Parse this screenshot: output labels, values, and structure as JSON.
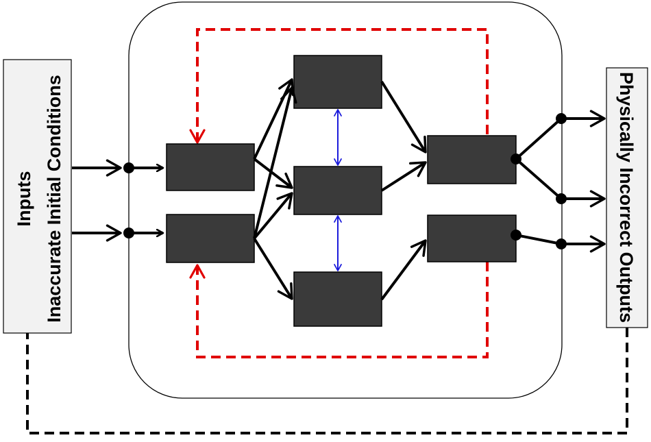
{
  "input_panel": {
    "line1": "Inputs",
    "line2": "Inaccurate Initial Conditions"
  },
  "output_panel": {
    "line1": "Physically Incorrect Outputs"
  },
  "colors": {
    "box_fill": "#3a3a3a",
    "panel_fill": "#f2f2f2",
    "arrow": "#000000",
    "feedback_inner": "#e00000",
    "lateral_link": "#1a1adb",
    "feedback_outer": "#000000"
  }
}
